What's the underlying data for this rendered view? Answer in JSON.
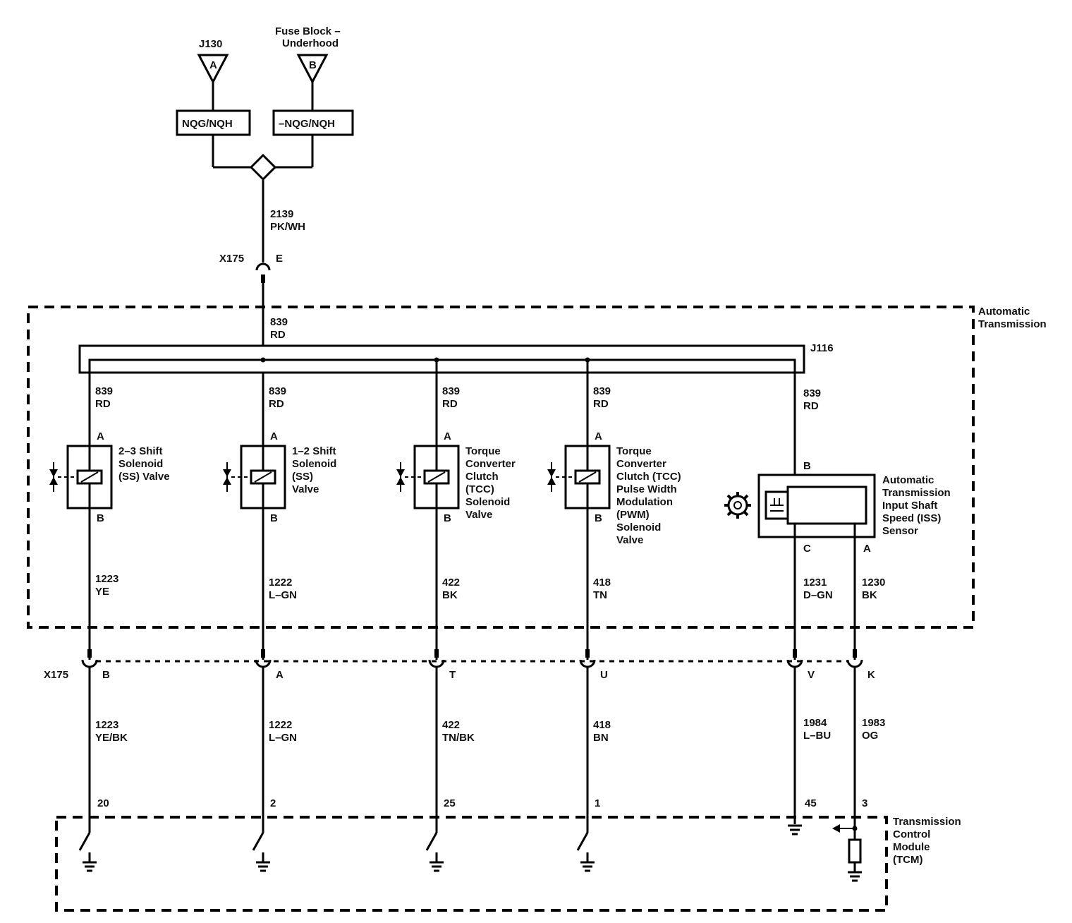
{
  "sources": {
    "j130": {
      "label": "J130",
      "terminal": "A",
      "option": "NQG/NQH"
    },
    "fuse": {
      "label_line1": "Fuse Block –",
      "label_line2": "Underhood",
      "terminal": "B",
      "option": "–NQG/NQH"
    }
  },
  "feed_wire": {
    "circuit": "2139",
    "color": "PK/WH"
  },
  "x175_top": {
    "connector": "X175",
    "pin": "E"
  },
  "trans_wire": {
    "circuit": "839",
    "color": "RD"
  },
  "splice": "J116",
  "automatic_transmission": {
    "line1": "Automatic",
    "line2": "Transmission"
  },
  "branches": [
    {
      "circuit": "839",
      "color": "RD"
    },
    {
      "circuit": "839",
      "color": "RD"
    },
    {
      "circuit": "839",
      "color": "RD"
    },
    {
      "circuit": "839",
      "color": "RD"
    },
    {
      "circuit": "839",
      "color": "RD"
    }
  ],
  "solenoids": [
    {
      "top_pin": "A",
      "bottom_pin": "B",
      "lines": [
        "2–3 Shift",
        "Solenoid",
        "(SS) Valve"
      ]
    },
    {
      "top_pin": "A",
      "bottom_pin": "B",
      "lines": [
        "1–2 Shift",
        "Solenoid",
        "(SS)",
        "Valve"
      ]
    },
    {
      "top_pin": "A",
      "bottom_pin": "B",
      "lines": [
        "Torque",
        "Converter",
        "Clutch",
        "(TCC)",
        "Solenoid",
        "Valve"
      ]
    },
    {
      "top_pin": "A",
      "bottom_pin": "B",
      "lines": [
        "Torque",
        "Converter",
        "Clutch (TCC)",
        "Pulse Width",
        "Modulation",
        "(PWM)",
        "Solenoid",
        "Valve"
      ]
    }
  ],
  "iss_sensor": {
    "pin_top": "B",
    "pin_c": "C",
    "pin_a": "A",
    "lines": [
      "Automatic",
      "Transmission",
      "Input Shaft",
      "Speed (ISS)",
      "Sensor"
    ]
  },
  "inner_wires": [
    {
      "circuit": "1223",
      "color": "YE"
    },
    {
      "circuit": "1222",
      "color": "L–GN"
    },
    {
      "circuit": "422",
      "color": "BK"
    },
    {
      "circuit": "418",
      "color": "TN"
    },
    {
      "circuit": "1231",
      "color": "D–GN"
    },
    {
      "circuit": "1230",
      "color": "BK"
    }
  ],
  "x175_bottom": {
    "connector": "X175",
    "pins": [
      "B",
      "A",
      "T",
      "U",
      "V",
      "K"
    ]
  },
  "outer_wires": [
    {
      "circuit": "1223",
      "color": "YE/BK",
      "tcm_pin": "20"
    },
    {
      "circuit": "1222",
      "color": "L–GN",
      "tcm_pin": "2"
    },
    {
      "circuit": "422",
      "color": "TN/BK",
      "tcm_pin": "25"
    },
    {
      "circuit": "418",
      "color": "BN",
      "tcm_pin": "1"
    },
    {
      "circuit": "1984",
      "color": "L–BU",
      "tcm_pin": "45"
    },
    {
      "circuit": "1983",
      "color": "OG",
      "tcm_pin": "3"
    }
  ],
  "tcm": {
    "lines": [
      "Transmission",
      "Control",
      "Module",
      "(TCM)"
    ]
  }
}
